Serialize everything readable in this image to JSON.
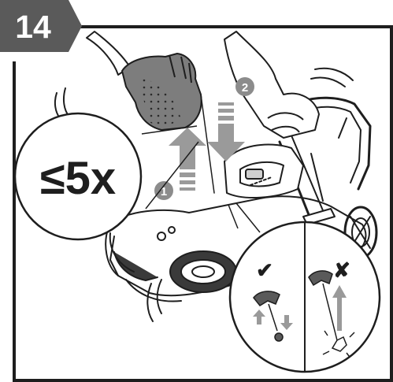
{
  "step": {
    "number": "14"
  },
  "pull_count": {
    "label": "≤5x"
  },
  "sequence": {
    "first": "1",
    "second": "2"
  },
  "detail": {
    "correct_mark": "✔",
    "wrong_mark": "✘"
  },
  "colors": {
    "step_tab": "#5a5a5a",
    "step_text": "#ffffff",
    "arrow_gray": "#9a9a9a",
    "badge_gray": "#8c8c8c",
    "glove": "#7d7d7d",
    "line": "#1e1e1e"
  }
}
